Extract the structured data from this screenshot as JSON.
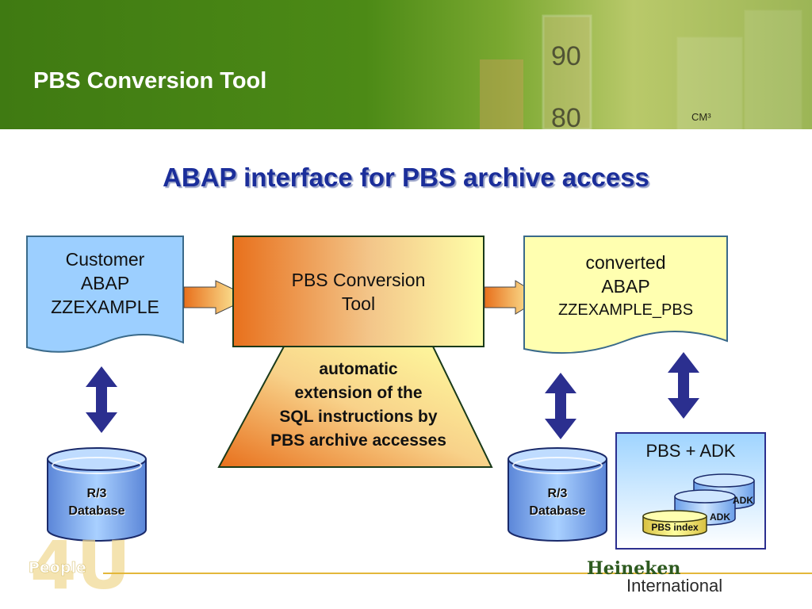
{
  "header": {
    "title": "PBS Conversion Tool",
    "deco_numbers": [
      "90",
      "80"
    ],
    "deco_unit": "CM³"
  },
  "main": {
    "subtitle": "ABAP interface for PBS archive access"
  },
  "nodes": {
    "customer_abap": {
      "lines": [
        "Customer",
        "ABAP",
        "ZZEXAMPLE"
      ]
    },
    "conversion_tool": {
      "lines": [
        "PBS Conversion",
        "Tool"
      ]
    },
    "converted_abap": {
      "lines": [
        "converted",
        "ABAP",
        "ZZEXAMPLE_PBS"
      ]
    },
    "sql_extension": {
      "lines": [
        "automatic",
        "extension of the",
        "SQL instructions by",
        "PBS archive accesses"
      ]
    },
    "db_left": {
      "lines": [
        "R/3",
        "Database"
      ]
    },
    "db_right": {
      "lines": [
        "R/3",
        "Database"
      ]
    },
    "pbs_adk": {
      "title": "PBS + ADK",
      "adk1": "ADK",
      "adk2": "ADK",
      "index": "PBS index"
    }
  },
  "footer": {
    "brand_line1": "Heineken",
    "brand_line2": "International",
    "logo_text": "People",
    "logo_number": "4U"
  },
  "colors": {
    "green": "#4c8a16",
    "blue_title": "#1b2e9a",
    "arrow_blue": "#2b2f8f",
    "doc_blue": "#9ccfff",
    "doc_yellow": "#ffffb0",
    "orange": "#e8701c"
  }
}
